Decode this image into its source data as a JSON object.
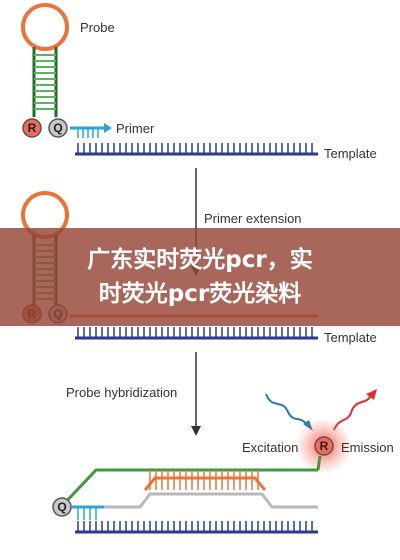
{
  "diagram": {
    "labels": {
      "probe": "Probe",
      "primer": "Primer",
      "template": "Template",
      "primer_extension": "Primer extension",
      "probe_hybridization": "Probe hybridization",
      "excitation": "Excitation",
      "emission": "Emission"
    },
    "markers": {
      "reporter": "R",
      "quencher": "Q"
    },
    "colors": {
      "loop": "#e8743a",
      "stem_dark": "#1f6b2a",
      "stem_light": "#5db35d",
      "probe_green": "#3c9a3c",
      "template": "#2b3a8c",
      "primer": "#2aa6d6",
      "hybrid": "#e8743a",
      "reporter_fill": "#f26a5a",
      "quencher_fill": "#c8c8c8",
      "arrow": "#333333",
      "excitation_arrow": "#2a7ab8",
      "emission_arrow": "#e03030",
      "banner": "#96463a"
    }
  },
  "banner": {
    "line1": "广东实时荧光pcr，实",
    "line2": "时荧光pcr荧光染料"
  }
}
